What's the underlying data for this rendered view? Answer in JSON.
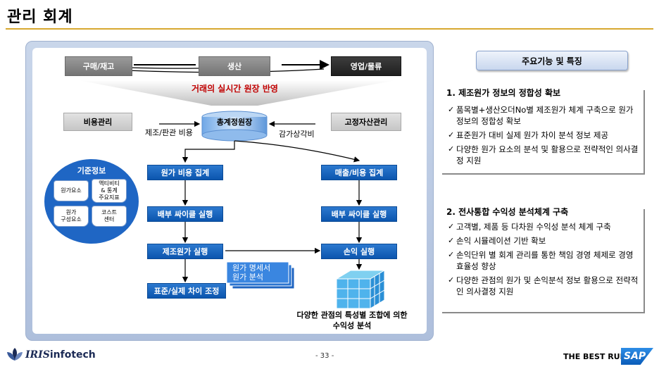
{
  "page": {
    "title": "관리 회계",
    "page_number": "- 33 -"
  },
  "diagram": {
    "top_boxes": [
      "구매/재고",
      "생산",
      "영업/물류"
    ],
    "realtime_caption": "거래의 실시간 원장 반영",
    "cost_mgmt": "비용관리",
    "fixed_asset_mgmt": "고정자산관리",
    "ledger": "총계정원장",
    "mfg_cost_label": "제조/판관 비용",
    "depreciation_label": "감가상각비",
    "base_info": {
      "title": "기준정보",
      "items": [
        "원가요소",
        "액티비티\n& 통계\n주요지표",
        "원가\n구성요소",
        "코스트\n센터"
      ]
    },
    "left_flow": [
      "원가 비용 집계",
      "배부 싸이클 실행",
      "제조원가 실행",
      "표준/실제 차이 조정"
    ],
    "right_flow": [
      "매출/비용 집계",
      "배부 싸이클 실행",
      "손익 실행"
    ],
    "statement": "원가 명세서\n원가 분석",
    "cube_caption": "다양한 관점의 특성별 조합에 의한\n수익성 분석"
  },
  "features": {
    "header": "주요기능 및 특징",
    "sections": [
      {
        "title": "1. 제조원가 정보의 정합성 확보",
        "bullets": [
          "품목별+생산오더No별 제조원가 체계 구축으로 원가정보의 정합성 확보",
          "표준원가 대비 실제 원가 차이 분석 정보 제공",
          "다양한 원가 요소의 분석 및 활용으로 전략적인 의사결정 지원"
        ]
      },
      {
        "title": "2. 전사통합 수익성 분석체계 구축",
        "bullets": [
          "고객별, 제품 등 다차원 수익성 분석 체계 구축",
          "손익 시뮬레이션 기반 확보",
          "손익단위 별 회계 관리를 통한 책임 경영 체제로 경영효율성 향상",
          "다양한 관점의 원가 및 손익분석 정보 활용으로 전략적인 의사결정 지원"
        ]
      }
    ]
  },
  "footer": {
    "logo_prefix": "IRIS",
    "logo_suffix": "infotech",
    "tagline": "THE BEST RUN",
    "sap": "SAP"
  },
  "colors": {
    "accent_rule": "#d7a830",
    "flow_blue": "#0b55ae",
    "realtime_red": "#c00000"
  }
}
